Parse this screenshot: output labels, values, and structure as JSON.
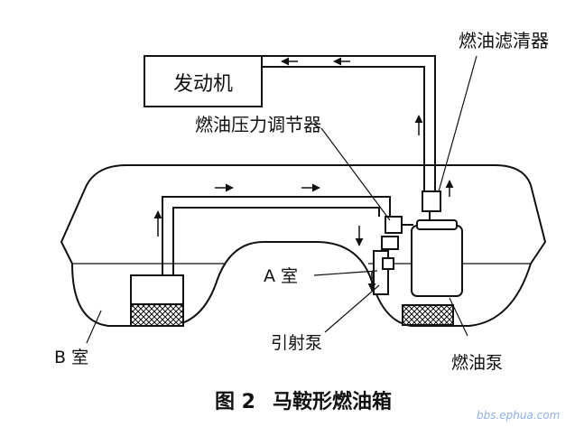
{
  "diagram": {
    "labels": {
      "engine": "发动机",
      "fuel_filter": "燃油滤清器",
      "pressure_regulator": "燃油压力调节器",
      "chamber_a": "A 室",
      "chamber_b": "B 室",
      "jet_pump": "引射泵",
      "fuel_pump": "燃油泵"
    },
    "caption": {
      "figure_no": "图 2",
      "title": "马鞍形燃油箱"
    },
    "watermark": "bbs.ephua.com"
  }
}
